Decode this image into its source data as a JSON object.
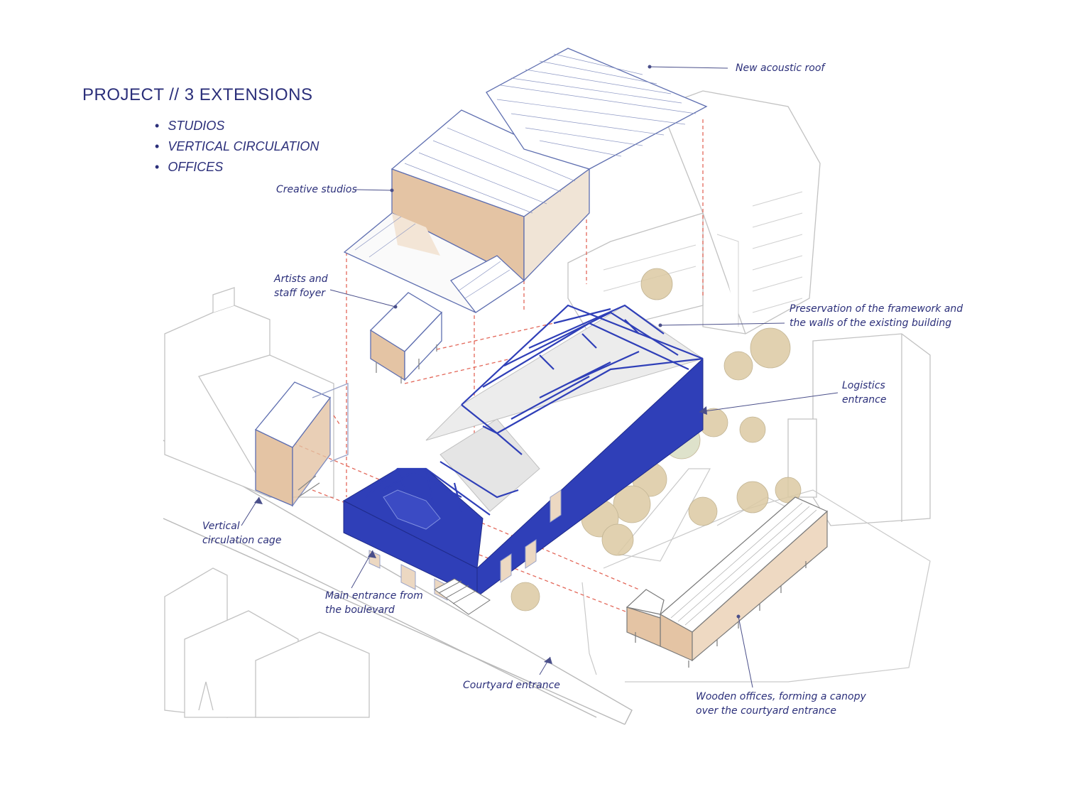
{
  "title": "PROJECT // 3 EXTENSIONS",
  "bullets": [
    "STUDIOS",
    "VERTICAL CIRCULATION",
    "OFFICES"
  ],
  "labels": {
    "new_roof": "New acoustic roof",
    "creative_studios": "Creative studios",
    "foyer": [
      "Artists and",
      "staff foyer"
    ],
    "preservation": [
      "Preservation of the framework and",
      "the walls of the existing building"
    ],
    "logistics": [
      "Logistics",
      "entrance"
    ],
    "vertical_cage": [
      "Vertical",
      "circulation cage"
    ],
    "main_entrance": [
      "Main entrance from",
      "the boulevard"
    ],
    "courtyard_entrance": "Courtyard entrance",
    "wooden_offices": [
      "Wooden offices, forming a canopy",
      "over the courtyard entrance"
    ]
  },
  "colors": {
    "text": "#2b2f7a",
    "structure_blue": "#2f3fb8",
    "roof_line": "#6b79b0",
    "wood": "#e4c4a4",
    "guide_red": "#e3685a",
    "context_gray": "#b9b9b9",
    "tree": "#d7c39a"
  }
}
